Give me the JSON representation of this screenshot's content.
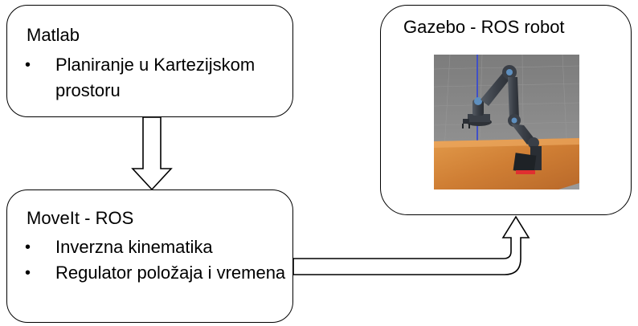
{
  "nodes": {
    "matlab": {
      "title": "Matlab",
      "bullets": [
        "Planiranje u Kartezijskom prostoru"
      ]
    },
    "moveit": {
      "title": "MoveIt - ROS",
      "bullets": [
        "Inverzna kinematika",
        "Regulator položaja i vremena"
      ]
    },
    "gazebo": {
      "title": "Gazebo - ROS robot",
      "image": "robot-arm-simulation-render"
    }
  },
  "edges": [
    {
      "from": "matlab",
      "to": "moveit",
      "style": "hollow-arrow"
    },
    {
      "from": "moveit",
      "to": "gazebo",
      "style": "hollow-arrow"
    }
  ],
  "colors": {
    "line": "#000000",
    "background": "#ffffff",
    "scene_ground": "#8a8a8a",
    "scene_table": "#d98a3a",
    "robot_body": "#3a3f47",
    "robot_accent": "#e03030",
    "axis_blue": "#4050c8"
  }
}
